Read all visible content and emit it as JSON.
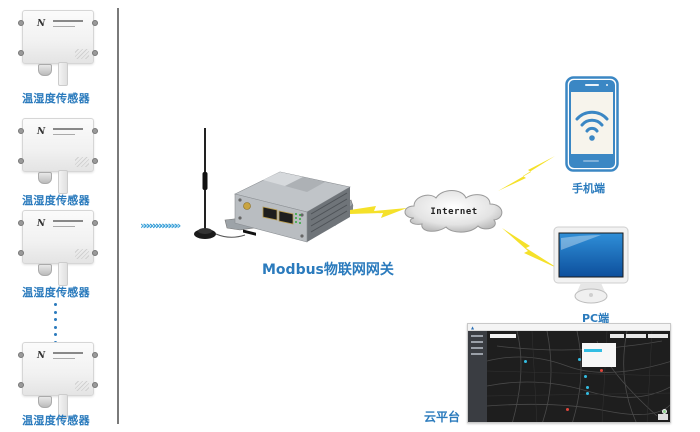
{
  "diagram": {
    "title": "Modbus IoT gateway network topology",
    "sensors": [
      {
        "label": "温湿度传感器",
        "logo": "N"
      },
      {
        "label": "温湿度传感器",
        "logo": "N"
      },
      {
        "label": "温湿度传感器",
        "logo": "N"
      },
      {
        "label": "温湿度传感器",
        "logo": "N"
      }
    ],
    "ellipsis": "more sensors",
    "signal_arrows": "»»»»»»»»»»»»",
    "gateway": {
      "label": "Modbus物联网网关",
      "icon": "gateway-router-icon"
    },
    "cloud": {
      "label": "Internet",
      "icon": "cloud-icon"
    },
    "endpoints": {
      "mobile": {
        "label": "手机端",
        "icon": "smartphone-wifi-icon"
      },
      "pc": {
        "label": "PC端",
        "icon": "monitor-icon"
      },
      "cloud_platform": {
        "label": "云平台",
        "icon": "map-dashboard-icon"
      }
    },
    "colors": {
      "label_blue": "#2b7bbd",
      "lightning_yellow": "#f5e12a",
      "divider_gray": "#7a7a7a",
      "map_dark": "#1e1e1e",
      "marker_blue": "#33bde3",
      "marker_red": "#e0463c"
    }
  }
}
